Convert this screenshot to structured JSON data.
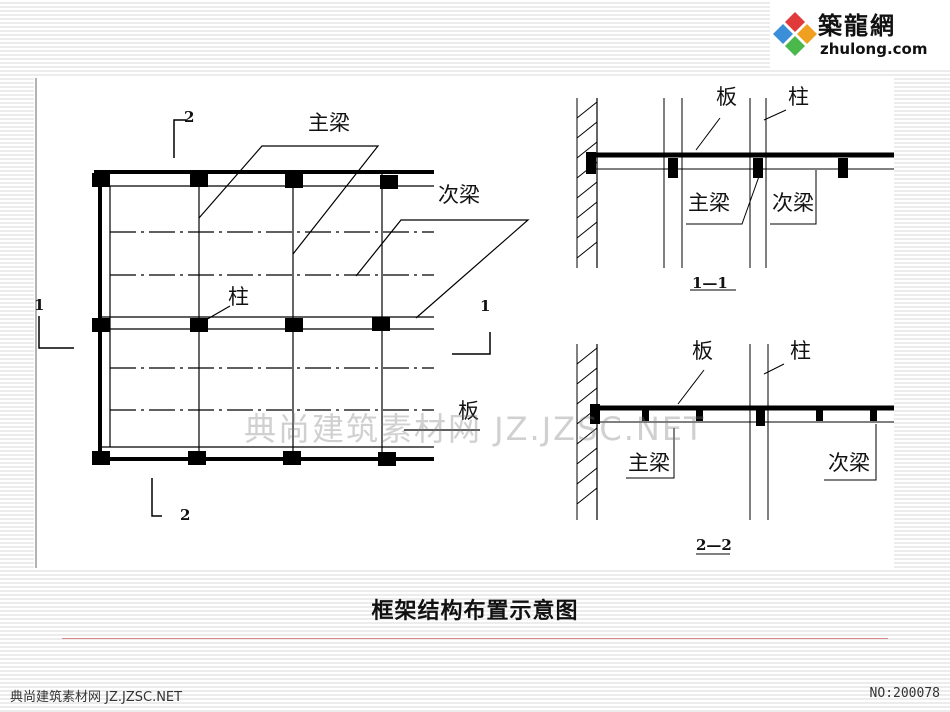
{
  "logo": {
    "name": "築龍網",
    "url": "zhulong.com",
    "colors": [
      "#e03a3a",
      "#f0a020",
      "#3a8fd8",
      "#4ab84a"
    ]
  },
  "plan": {
    "axis_label_2": "2",
    "axis_label_1": "1",
    "main_beam": "主梁",
    "secondary_beam": "次梁",
    "column": "柱",
    "slab": "板"
  },
  "section_1_1": {
    "slab": "板",
    "column": "柱",
    "main_beam": "主梁",
    "secondary_beam": "次梁",
    "title": "1—1"
  },
  "section_2_2": {
    "slab": "板",
    "column": "柱",
    "main_beam": "主梁",
    "secondary_beam": "次梁",
    "title": "2—2"
  },
  "watermark": "典尚建筑素材网 JZ.JZSC.NET",
  "caption": "框架结构布置示意图",
  "footer": {
    "site": "典尚建筑素材网 JZ.JZSC.NET",
    "number": "NO:200078"
  },
  "colors": {
    "divider": "#d98a8a"
  }
}
